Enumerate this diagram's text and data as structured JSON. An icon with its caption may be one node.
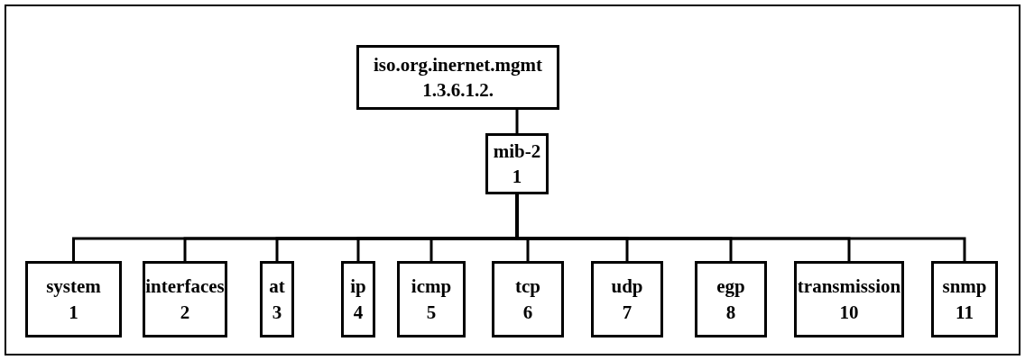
{
  "diagram": {
    "nodes": [
      {
        "text": [
          "iso.org.inernet.mgmt",
          "1.3.6.1.2."
        ]
      },
      {
        "text": [
          "mib-2",
          "1"
        ]
      },
      {
        "text": [
          "system",
          "1"
        ]
      },
      {
        "text": [
          "interfaces",
          "2"
        ]
      },
      {
        "text": [
          "at",
          "3"
        ]
      },
      {
        "text": [
          "ip",
          "4"
        ]
      },
      {
        "text": [
          "icmp",
          "5"
        ]
      },
      {
        "text": [
          "tcp",
          "6"
        ]
      },
      {
        "text": [
          "udp",
          "7"
        ]
      },
      {
        "text": [
          "egp",
          "8"
        ]
      },
      {
        "text": [
          "transmission",
          "10"
        ]
      },
      {
        "text": [
          "snmp",
          "11"
        ]
      }
    ],
    "edges": [
      {
        "from": 0,
        "to": 1,
        "arrow": "none"
      },
      {
        "from": 1,
        "to": 2,
        "arrow": "none"
      },
      {
        "from": 1,
        "to": 3,
        "arrow": "none"
      },
      {
        "from": 1,
        "to": 4,
        "arrow": "none"
      },
      {
        "from": 1,
        "to": 5,
        "arrow": "none"
      },
      {
        "from": 1,
        "to": 6,
        "arrow": "none"
      },
      {
        "from": 1,
        "to": 7,
        "arrow": "none"
      },
      {
        "from": 1,
        "to": 8,
        "arrow": "none"
      },
      {
        "from": 1,
        "to": 9,
        "arrow": "none"
      },
      {
        "from": 1,
        "to": 10,
        "arrow": "none"
      },
      {
        "from": 1,
        "to": 11,
        "arrow": "none"
      }
    ]
  }
}
